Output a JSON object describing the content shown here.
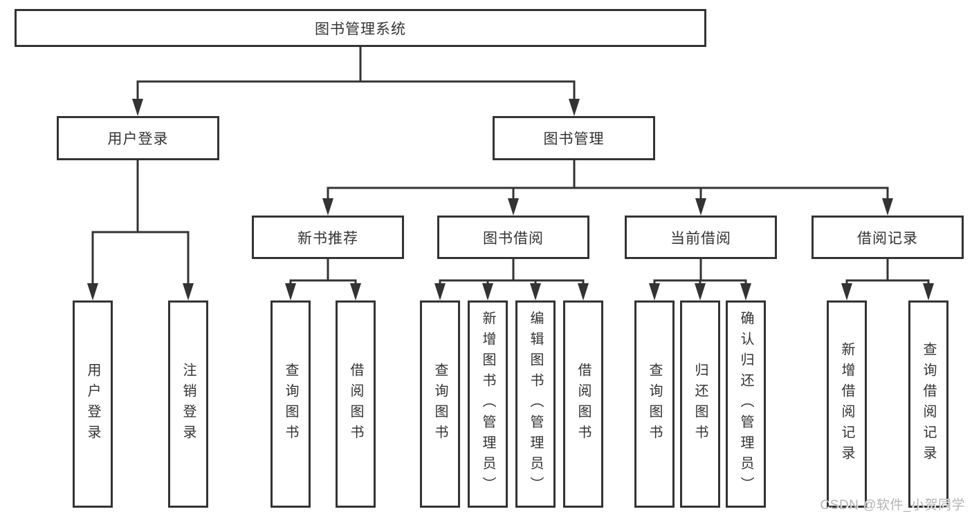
{
  "tree": {
    "root": {
      "label": "图书管理系统"
    },
    "branches": [
      {
        "label": "用户登录",
        "children": [
          {
            "label": "用户登录"
          },
          {
            "label": "注销登录"
          }
        ]
      },
      {
        "label": "图书管理",
        "children": [
          {
            "label": "新书推荐",
            "children": [
              {
                "label": "查询图书"
              },
              {
                "label": "借阅图书"
              }
            ]
          },
          {
            "label": "图书借阅",
            "children": [
              {
                "label": "查询图书"
              },
              {
                "label": "新增图书（管理员）"
              },
              {
                "label": "编辑图书（管理员）"
              },
              {
                "label": "借阅图书"
              }
            ]
          },
          {
            "label": "当前借阅",
            "children": [
              {
                "label": "查询图书"
              },
              {
                "label": "归还图书"
              },
              {
                "label": "确认归还（管理员）"
              }
            ]
          },
          {
            "label": "借阅记录",
            "children": [
              {
                "label": "新增借阅记录"
              },
              {
                "label": "查询借阅记录"
              }
            ]
          }
        ]
      }
    ]
  },
  "watermark": "CSDN @软件_小贺同学",
  "colors": {
    "line": "#333333",
    "text": "#333333",
    "background": "#ffffff",
    "watermark": "#b4b4b4"
  }
}
